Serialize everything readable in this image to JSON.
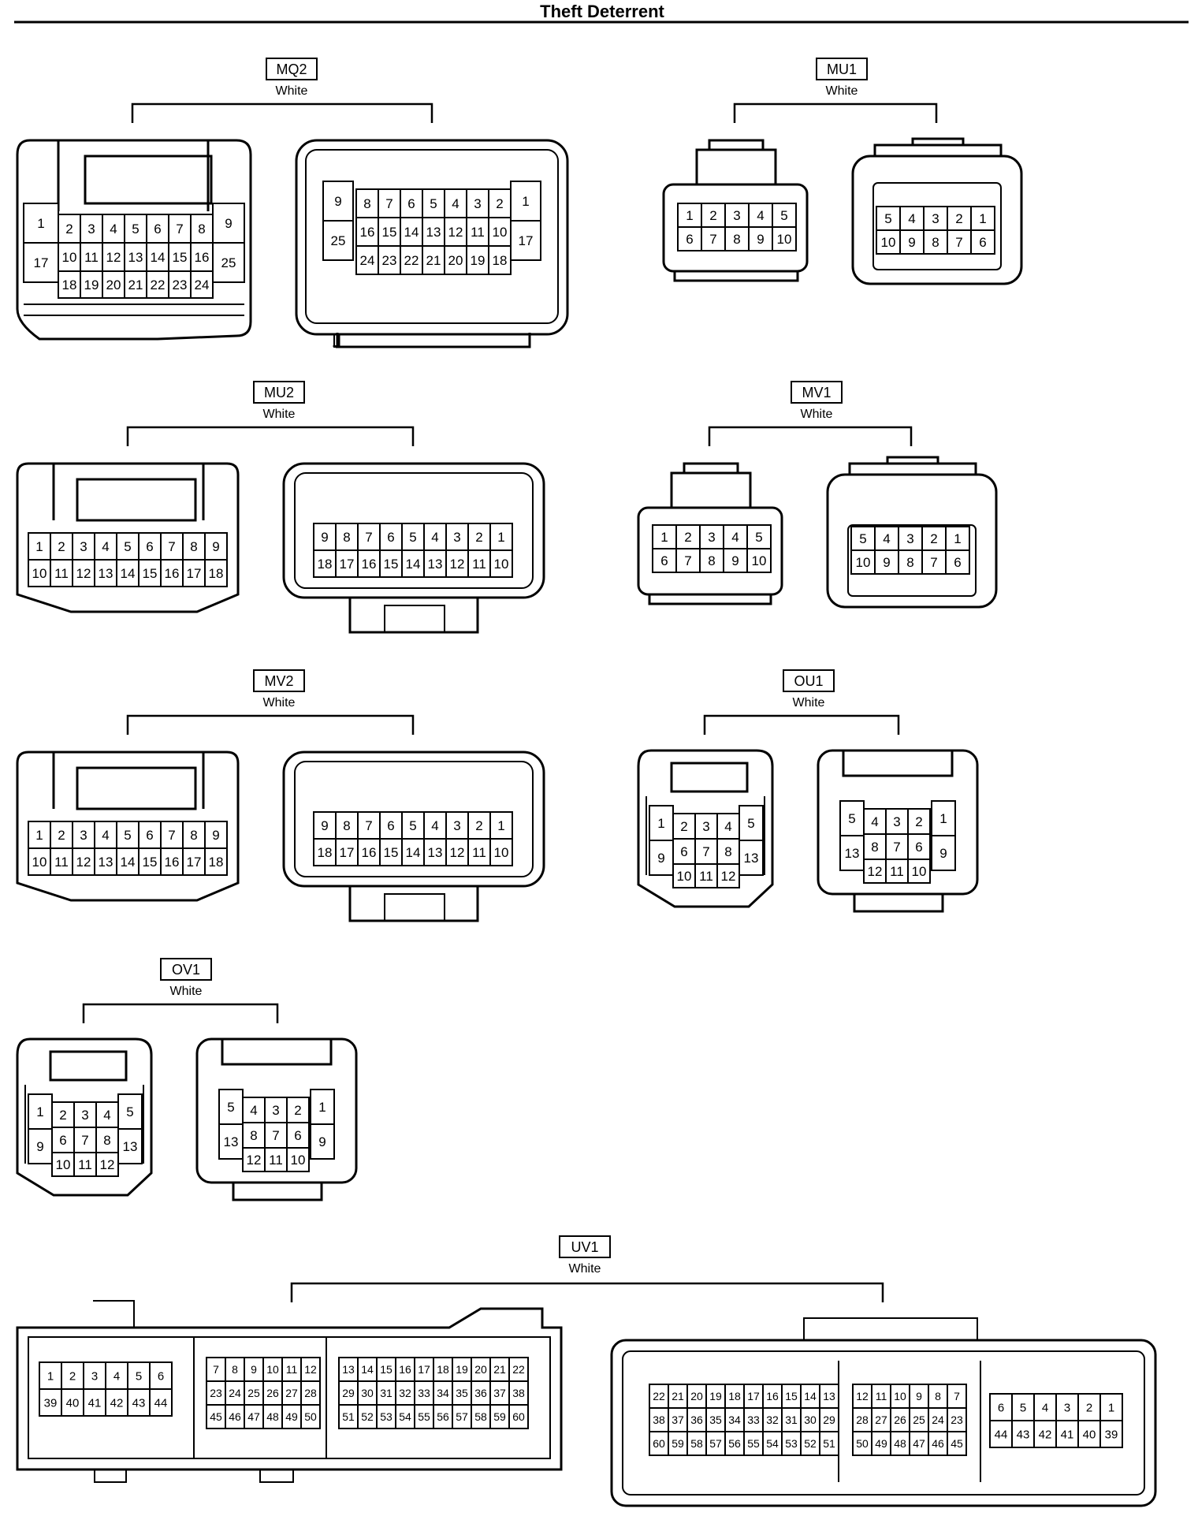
{
  "page": {
    "title": "Theft Deterrent"
  },
  "connectors": [
    {
      "id": "MQ2",
      "color": "White"
    },
    {
      "id": "MU1",
      "color": "White"
    },
    {
      "id": "MU2",
      "color": "White"
    },
    {
      "id": "MV1",
      "color": "White"
    },
    {
      "id": "MV2",
      "color": "White"
    },
    {
      "id": "OU1",
      "color": "White"
    },
    {
      "id": "OV1",
      "color": "White"
    },
    {
      "id": "UV1",
      "color": "White"
    }
  ]
}
